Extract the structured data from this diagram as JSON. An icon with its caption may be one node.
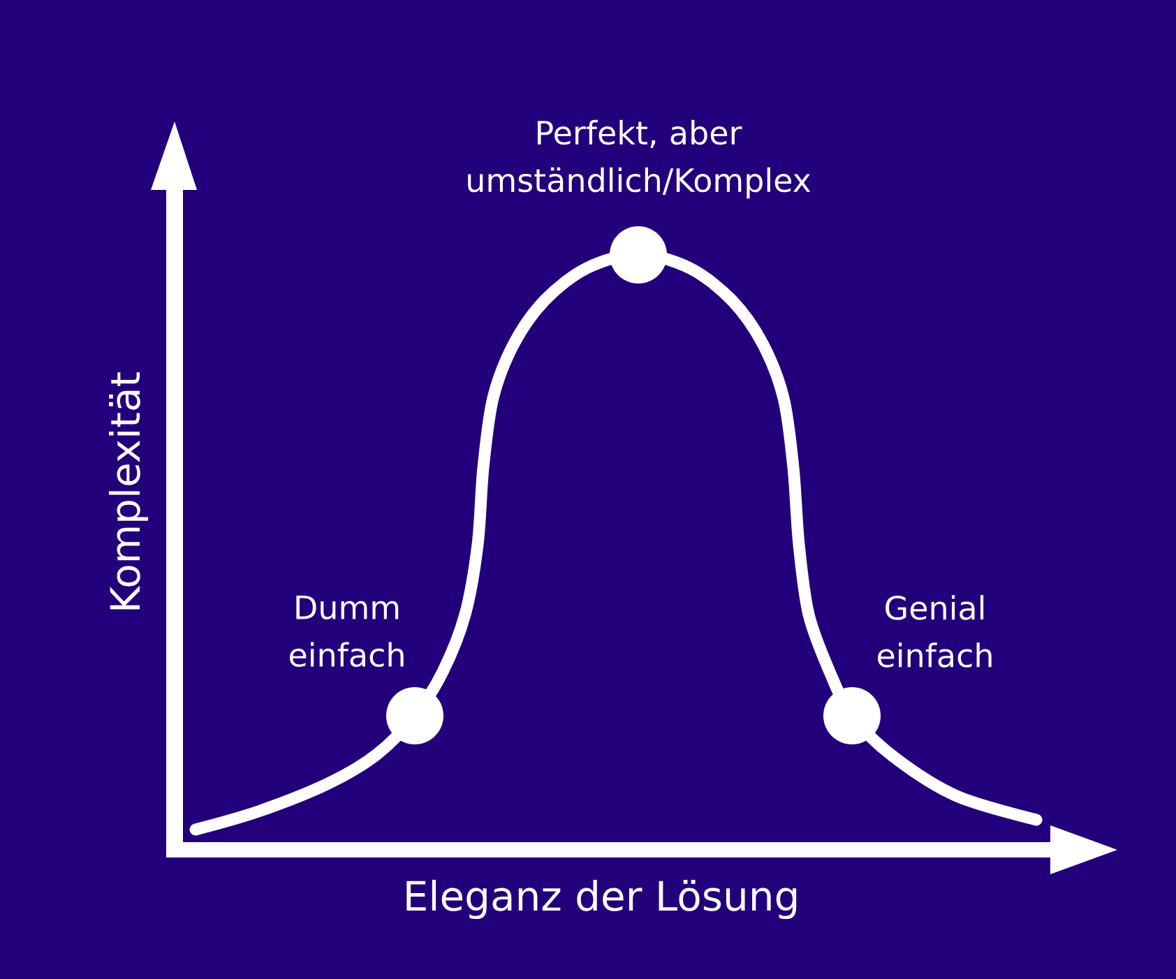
{
  "diagram": {
    "nodes": [
      {
        "text": [],
        "shape": "circle",
        "beside": [
          "Dumm einfach"
        ]
      },
      {
        "text": [],
        "shape": "circle",
        "beside": [
          "Perfekt, aber umständlich/Komplex"
        ]
      },
      {
        "text": [],
        "shape": "circle",
        "beside": [
          "Genial einfach"
        ]
      }
    ],
    "labels": [
      "Komplexität",
      "Eleganz der Lösung"
    ]
  }
}
